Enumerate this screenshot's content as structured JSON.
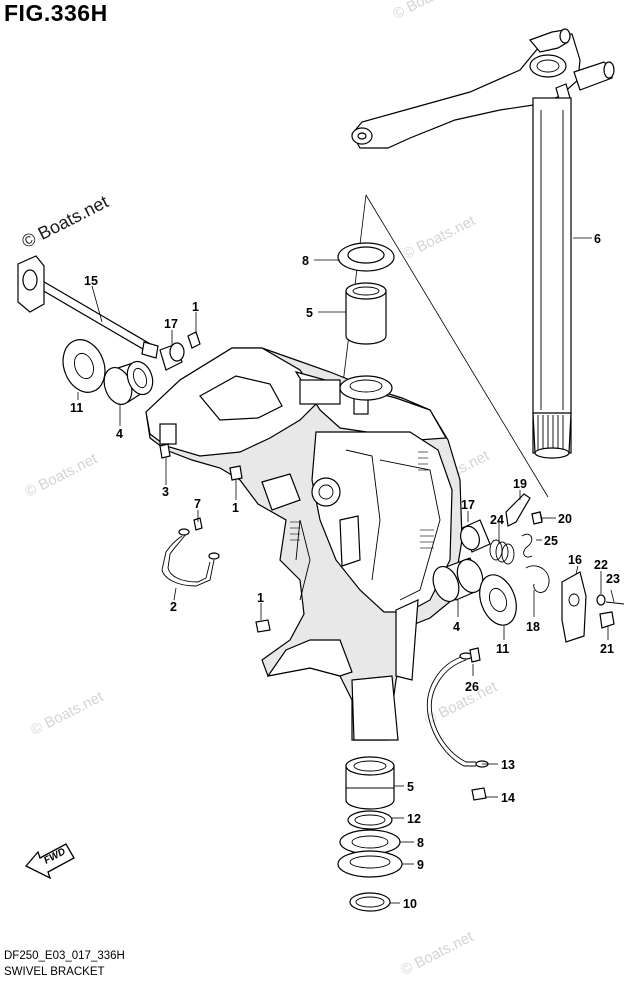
{
  "figure": {
    "title": "FIG.336H",
    "code": "DF250_E03_017_336H",
    "name": "SWIVEL BRACKET",
    "fwd_label": "FWD"
  },
  "watermarks": {
    "primary": "© Boats.net",
    "repeat": "© Boats.net"
  },
  "callouts": [
    {
      "id": "c6",
      "label": "6"
    },
    {
      "id": "c8a",
      "label": "8"
    },
    {
      "id": "c5a",
      "label": "5"
    },
    {
      "id": "c15",
      "label": "15"
    },
    {
      "id": "c1a",
      "label": "1"
    },
    {
      "id": "c17a",
      "label": "17"
    },
    {
      "id": "c11a",
      "label": "11"
    },
    {
      "id": "c4a",
      "label": "4"
    },
    {
      "id": "c3",
      "label": "3"
    },
    {
      "id": "c7",
      "label": "7"
    },
    {
      "id": "c1b",
      "label": "1"
    },
    {
      "id": "c2",
      "label": "2"
    },
    {
      "id": "c1c",
      "label": "1"
    },
    {
      "id": "c19",
      "label": "19"
    },
    {
      "id": "c17b",
      "label": "17"
    },
    {
      "id": "c20",
      "label": "20"
    },
    {
      "id": "c24",
      "label": "24"
    },
    {
      "id": "c25",
      "label": "25"
    },
    {
      "id": "c16",
      "label": "16"
    },
    {
      "id": "c22",
      "label": "22"
    },
    {
      "id": "c23",
      "label": "23"
    },
    {
      "id": "c18",
      "label": "18"
    },
    {
      "id": "c21",
      "label": "21"
    },
    {
      "id": "c4b",
      "label": "4"
    },
    {
      "id": "c11b",
      "label": "11"
    },
    {
      "id": "c26",
      "label": "26"
    },
    {
      "id": "c13",
      "label": "13"
    },
    {
      "id": "c14",
      "label": "14"
    },
    {
      "id": "c5b",
      "label": "5"
    },
    {
      "id": "c12",
      "label": "12"
    },
    {
      "id": "c8b",
      "label": "8"
    },
    {
      "id": "c9",
      "label": "9"
    },
    {
      "id": "c10",
      "label": "10"
    }
  ]
}
